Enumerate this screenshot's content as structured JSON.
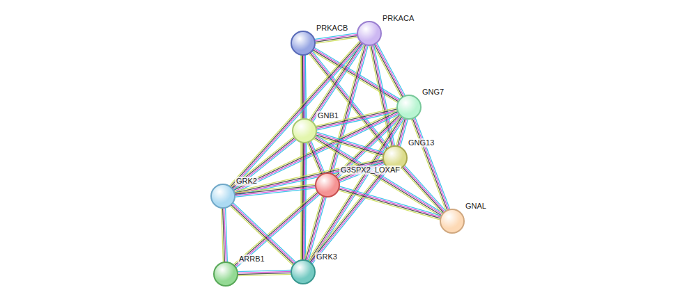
{
  "diagram": {
    "nodes": [
      {
        "text": [
          "PRKACB"
        ]
      },
      {
        "text": [
          "PRKACA"
        ]
      },
      {
        "text": [
          "GNG7"
        ]
      },
      {
        "text": [
          "GNB1"
        ]
      },
      {
        "text": [
          "GNG13"
        ]
      },
      {
        "text": [
          "G3SPX2_LOXAF"
        ]
      },
      {
        "text": [
          "GRK2"
        ]
      },
      {
        "text": [
          "GNAL"
        ]
      },
      {
        "text": [
          "ARRB1"
        ]
      },
      {
        "text": [
          "GRK3"
        ]
      }
    ],
    "edges": [
      {
        "from": 0,
        "to": 1,
        "arrow": "none"
      },
      {
        "from": 0,
        "to": 3,
        "arrow": "none"
      },
      {
        "from": 0,
        "to": 2,
        "arrow": "none"
      },
      {
        "from": 0,
        "to": 4,
        "arrow": "none"
      },
      {
        "from": 0,
        "to": 9,
        "arrow": "none"
      },
      {
        "from": 1,
        "to": 3,
        "arrow": "none"
      },
      {
        "from": 1,
        "to": 2,
        "arrow": "none"
      },
      {
        "from": 1,
        "to": 4,
        "arrow": "none"
      },
      {
        "from": 1,
        "to": 5,
        "arrow": "none"
      },
      {
        "from": 1,
        "to": 6,
        "arrow": "none"
      },
      {
        "from": 2,
        "to": 3,
        "arrow": "none"
      },
      {
        "from": 2,
        "to": 4,
        "arrow": "none"
      },
      {
        "from": 2,
        "to": 5,
        "arrow": "none"
      },
      {
        "from": 2,
        "to": 7,
        "arrow": "none"
      },
      {
        "from": 2,
        "to": 6,
        "arrow": "none"
      },
      {
        "from": 2,
        "to": 9,
        "arrow": "none"
      },
      {
        "from": 3,
        "to": 4,
        "arrow": "none"
      },
      {
        "from": 3,
        "to": 5,
        "arrow": "none"
      },
      {
        "from": 3,
        "to": 7,
        "arrow": "none"
      },
      {
        "from": 3,
        "to": 6,
        "arrow": "none"
      },
      {
        "from": 3,
        "to": 9,
        "arrow": "none"
      },
      {
        "from": 4,
        "to": 5,
        "arrow": "none"
      },
      {
        "from": 4,
        "to": 7,
        "arrow": "none"
      },
      {
        "from": 4,
        "to": 6,
        "arrow": "none"
      },
      {
        "from": 4,
        "to": 9,
        "arrow": "none"
      },
      {
        "from": 5,
        "to": 7,
        "arrow": "none"
      },
      {
        "from": 5,
        "to": 6,
        "arrow": "none"
      },
      {
        "from": 5,
        "to": 9,
        "arrow": "none"
      },
      {
        "from": 5,
        "to": 8,
        "arrow": "none"
      },
      {
        "from": 6,
        "to": 8,
        "arrow": "none"
      },
      {
        "from": 6,
        "to": 9,
        "arrow": "none"
      },
      {
        "from": 8,
        "to": 9,
        "arrow": "none"
      }
    ]
  }
}
